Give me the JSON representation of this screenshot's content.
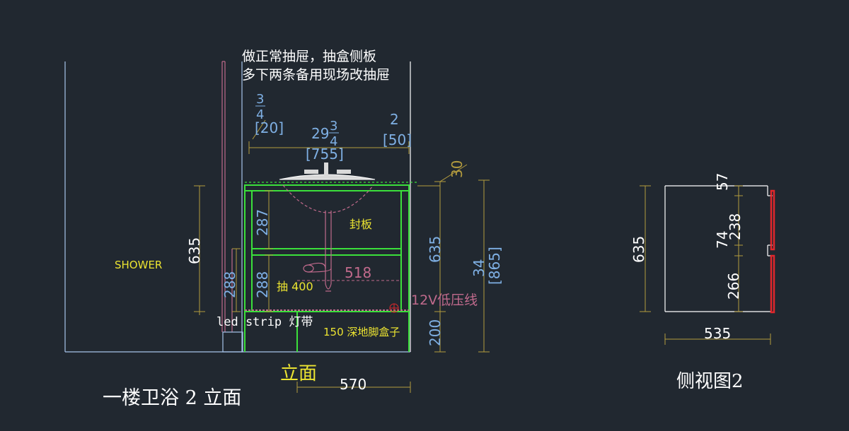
{
  "colors": {
    "background": "#212830",
    "white": "#ffffff",
    "blue_line": "#a7c4ea",
    "dim_blue": "#7fb0e4",
    "dim_olive": "#b49c3e",
    "green": "#3be03b",
    "pink": "#c06a8c",
    "yellow": "#ece431",
    "red": "#e0272c"
  },
  "elevation": {
    "note_line1": "做正常抽屉，抽盒侧板",
    "note_line2": "多下两条备用现场改抽屉",
    "dim_frac_num": "3",
    "dim_frac_den": "4",
    "dim_20": "[20]",
    "dim_29": "29",
    "dim_29_num": "3",
    "dim_29_den": "4",
    "dim_755": "[755]",
    "dim_2": "2",
    "dim_50": "[50]",
    "dim_30": "30",
    "shower_label": "SHOWER",
    "dim_635_left": "635",
    "dim_288_left": "288",
    "dim_287": "287",
    "dim_288_inner": "288",
    "label_panel": "封板",
    "label_drawer": "抽 400",
    "dim_518": "518",
    "label_12v": "12V低压线",
    "label_led": "led strip 灯带",
    "label_kick": "150 深地脚盒子",
    "dim_635_right": "635",
    "dim_200": "200",
    "dim_34": "34",
    "dim_865": "[865]",
    "view_label": "立面",
    "dim_570": "570",
    "title": "一楼卫浴 2 立面"
  },
  "side_view": {
    "dim_635": "635",
    "dim_57": "57",
    "dim_238": "238",
    "dim_74": "74",
    "dim_266": "266",
    "dim_535": "535",
    "title": "侧视图2"
  }
}
